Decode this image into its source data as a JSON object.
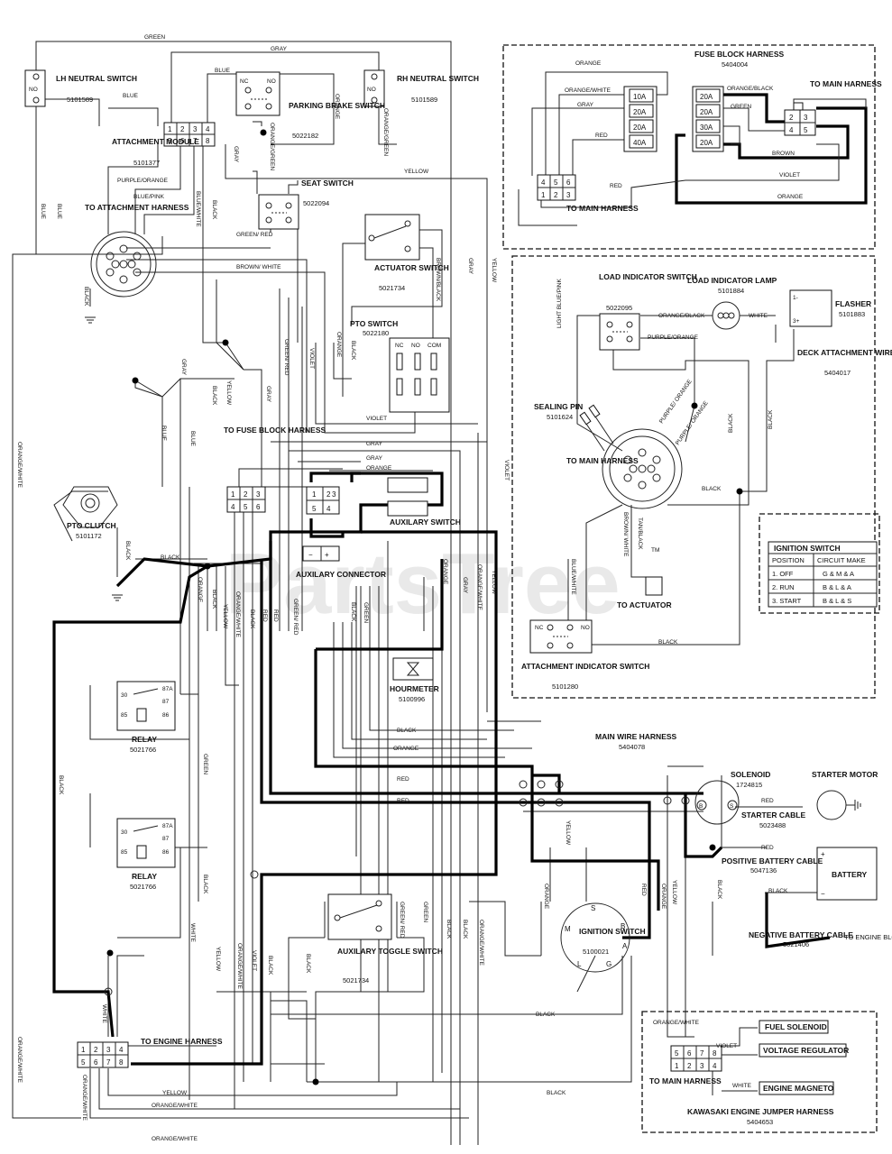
{
  "watermark": "PartsTree",
  "watermark_tm": "TM",
  "components": {
    "lh_neutral": {
      "name": "LH NEUTRAL SWITCH",
      "part": "5101589"
    },
    "rh_neutral": {
      "name": "RH NEUTRAL SWITCH",
      "part": "5101589"
    },
    "attachment_module": {
      "name": "ATTACHMENT MODULE",
      "part": "5101377"
    },
    "parking_brake": {
      "name": "PARKING BRAKE SWITCH",
      "part": "5022182"
    },
    "seat_switch": {
      "name": "SEAT SWITCH",
      "part": "5022094"
    },
    "to_attachment": {
      "name": "TO ATTACHMENT HARNESS"
    },
    "actuator_switch": {
      "name": "ACTUATOR SWITCH",
      "part": "5021734"
    },
    "pto_switch": {
      "name": "PTO SWITCH",
      "part": "5022180"
    },
    "to_fuse_block": {
      "name": "TO FUSE BLOCK HARNESS"
    },
    "pto_clutch": {
      "name": "PTO CLUTCH",
      "part": "5101172"
    },
    "auxilary_switch": {
      "name": "AUXILARY SWITCH"
    },
    "auxilary_connector": {
      "name": "AUXILARY CONNECTOR"
    },
    "hourmeter": {
      "name": "HOURMETER",
      "part": "5100996"
    },
    "relay1": {
      "name": "RELAY",
      "part": "5021766"
    },
    "relay2": {
      "name": "RELAY",
      "part": "5021766"
    },
    "aux_toggle": {
      "name": "AUXILARY TOGGLE SWITCH",
      "part": "5021734"
    },
    "to_engine": {
      "name": "TO ENGINE HARNESS"
    },
    "ignition_switch": {
      "name": "IGNITION SWITCH",
      "part": "5100021"
    },
    "solenoid": {
      "name": "SOLENOID",
      "part": "1724815"
    },
    "starter_motor": {
      "name": "STARTER MOTOR"
    },
    "starter_cable": {
      "name": "STARTER CABLE",
      "part": "5023488"
    },
    "pos_battery": {
      "name": "POSITIVE BATTERY CABLE",
      "part": "5047136"
    },
    "battery": {
      "name": "BATTERY"
    },
    "neg_battery": {
      "name": "NEGATIVE BATTERY CABLE",
      "part": "5021406"
    },
    "to_engine_block": {
      "name": "TO ENGINE BLOCK"
    },
    "main_wire_harness": {
      "name": "MAIN WIRE HARNESS",
      "part": "5404078"
    },
    "fuse_block_harness": {
      "name": "FUSE BLOCK HARNESS",
      "part": "5404004"
    },
    "to_main_harness_fb": {
      "name": "TO MAIN HARNESS"
    },
    "to_main_harness_fb2": {
      "name": "TO MAIN HARNESS"
    },
    "load_indicator_switch": {
      "name": "LOAD INDICATOR SWITCH",
      "part": "5022095"
    },
    "load_indicator_lamp": {
      "name": "LOAD INDICATOR LAMP",
      "part": "5101884"
    },
    "flasher": {
      "name": "FLASHER",
      "part": "5101883"
    },
    "deck_harness": {
      "name": "DECK ATTACHMENT WIRE HARNESS",
      "part": "5404017"
    },
    "sealing_pin": {
      "name": "SEALING PIN",
      "part": "5101624"
    },
    "to_main_harness_deck": {
      "name": "TO MAIN HARNESS"
    },
    "to_actuator": {
      "name": "TO ACTUATOR"
    },
    "attachment_indicator": {
      "name": "ATTACHMENT INDICATOR SWITCH",
      "part": "5101280"
    },
    "kawasaki_harness": {
      "name": "KAWASAKI ENGINE JUMPER HARNESS",
      "part": "5404653"
    },
    "to_main_harness_kaw": {
      "name": "TO MAIN HARNESS"
    },
    "fuel_solenoid": {
      "name": "FUEL SOLENOID"
    },
    "voltage_regulator": {
      "name": "VOLTAGE REGULATOR"
    },
    "engine_magneto": {
      "name": "ENGINE MAGNETO"
    }
  },
  "fuses": [
    "10A",
    "20A",
    "20A",
    "40A"
  ],
  "fuses2": [
    "20A",
    "20A",
    "30A",
    "20A"
  ],
  "ignition_table": {
    "title": "IGNITION SWITCH",
    "headers": [
      "POSITION",
      "CIRCUIT MAKE"
    ],
    "rows": [
      [
        "1. OFF",
        "G & M & A"
      ],
      [
        "2. RUN",
        "B & L & A"
      ],
      [
        "3. START",
        "B & L & S"
      ]
    ]
  },
  "wire_labels": {
    "green": "GREEN",
    "gray": "GRAY",
    "blue": "BLUE",
    "orange": "ORANGE",
    "orange_green": "ORANGE/GREEN",
    "yellow": "YELLOW",
    "purple_orange": "PURPLE/ORANGE",
    "blue_pink": "BLUE/PINK",
    "blue_white": "BLUE/WHITE",
    "black": "BLACK",
    "green_red": "GREEN/ RED",
    "brown_white": "BROWN/ WHITE",
    "brown_black": "BROWN/BLACK",
    "violet": "VIOLET",
    "orange_white": "ORANGE/WHITE",
    "red": "RED",
    "white": "WHITE",
    "orange_black": "ORANGE/BLACK",
    "brown": "BROWN",
    "light_blue_pink": "LIGHT BLUE/PINK",
    "tan_black": "TAN/BLACK",
    "blue_white2": "BLUE/WHITE",
    "purple_orange2": "PURPLE/ ORANGE"
  },
  "pins": {
    "nc": "NC",
    "no": "NO",
    "com": "COM",
    "m": "M",
    "s": "S",
    "b": "B",
    "l": "L",
    "a": "A",
    "g": "G",
    "plus": "+",
    "minus": "−",
    "f1": "1-",
    "f3": "3+",
    "r30": "30",
    "r87a": "87A",
    "r87": "87",
    "r85": "85",
    "r86": "86"
  }
}
